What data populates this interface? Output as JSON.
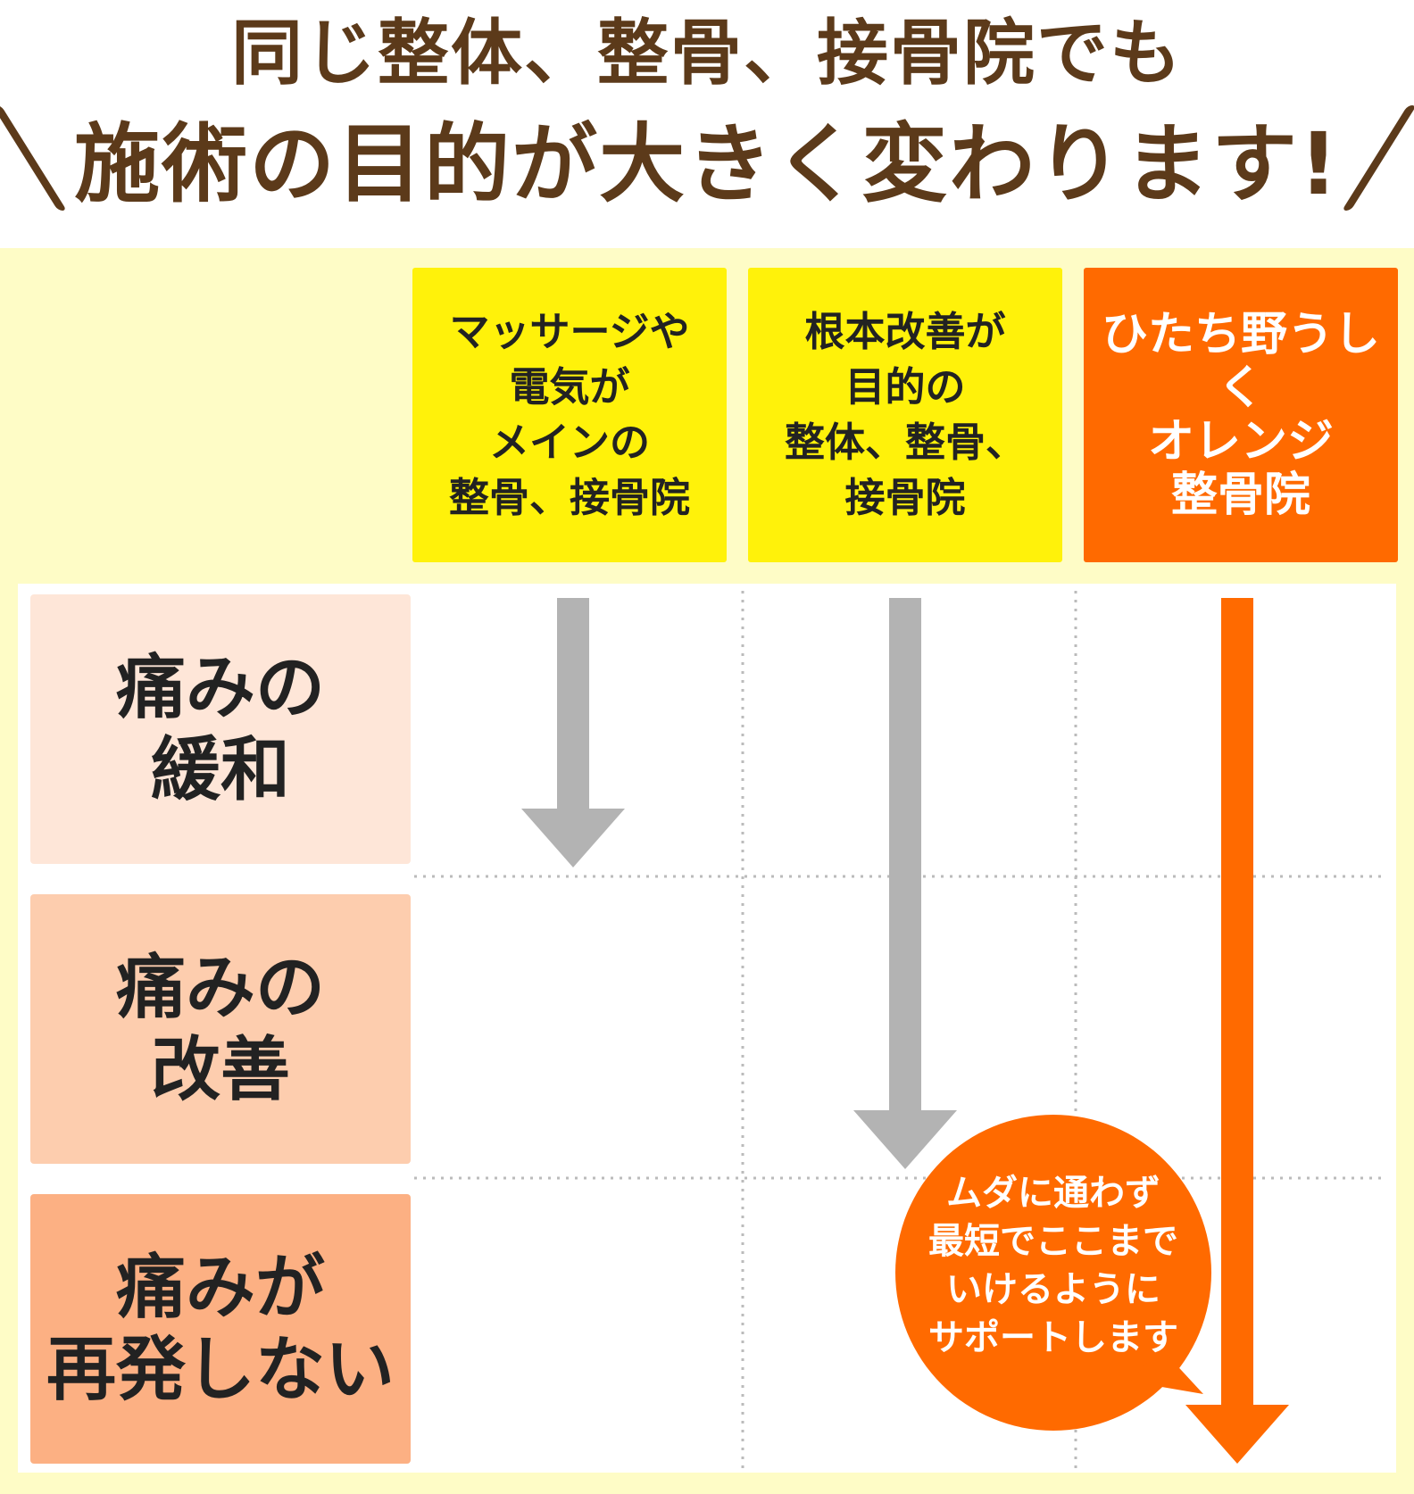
{
  "heading": {
    "line1": "同じ整体、整骨、接骨院でも",
    "line2": "施術の目的が大きく変わります!"
  },
  "columns": [
    {
      "label": "マッサージや\n電気が\nメインの\n整骨、接骨院",
      "color": "#fff20a"
    },
    {
      "label": "根本改善が\n目的の\n整体、整骨、\n接骨院",
      "color": "#fff20a"
    },
    {
      "label": "ひたち野うしく\nオレンジ\n整骨院",
      "color": "#ff6a00"
    }
  ],
  "rows": [
    {
      "label": "痛みの\n緩和",
      "color": "#fee6d8"
    },
    {
      "label": "痛みの\n改善",
      "color": "#fdcdae"
    },
    {
      "label": "痛みが\n再発しない",
      "color": "#fcb083"
    }
  ],
  "arrow_levels": [
    {
      "column": 0,
      "reaches_row": 1,
      "color": "#b3b3b3"
    },
    {
      "column": 1,
      "reaches_row": 2,
      "color": "#b3b3b3"
    },
    {
      "column": 2,
      "reaches_row": 3,
      "color": "#ff6a00"
    }
  ],
  "bubble": {
    "text": "ムダに通わず\n最短でここまで\nいけるように\nサポートします",
    "color": "#ff6a00"
  },
  "colors": {
    "heading": "#5c3a1a",
    "panel": "#fefcc6",
    "grid_line": "#bbbbbb"
  }
}
